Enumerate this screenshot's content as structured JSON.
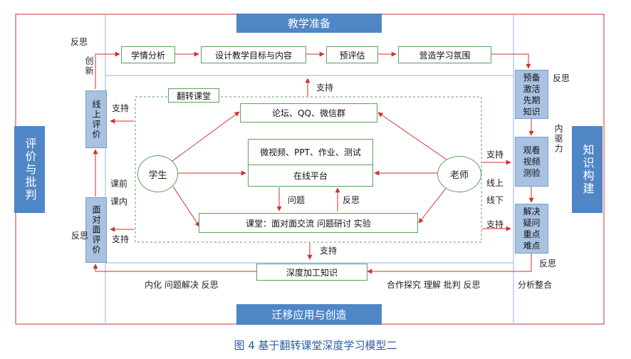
{
  "top_label": "教学准备",
  "bottom_label": "迁移应用与创造",
  "left_label": "评价与批判",
  "right_label": "知识构建",
  "flow_top": [
    "学情分析",
    "设计教学目标与内容",
    "预评估",
    "营造学习氛围"
  ],
  "right_steps": [
    "预备激活先期知识",
    "观看视频测验",
    "解决疑问重点难点"
  ],
  "left_steps": [
    "线上评价",
    "面对面评价"
  ],
  "bottom_box": "深度加工知识",
  "flipped_label": "翻转课堂",
  "forum": "论坛、QQ、微信群",
  "online_platform_top": "微视频、PPT、作业、测试",
  "online_platform": "在线平台",
  "classroom": "课堂：面对面交流 问题研讨 实验",
  "student": "学生",
  "teacher": "老师",
  "labels": {
    "fansi_top_left": "反思",
    "chuangxin": "创新",
    "fansi_right_top": "反思",
    "support_top": "支持",
    "support_left_top": "支持",
    "support_right_top": "支持",
    "support_left_bottom": "支持",
    "support_right_bottom": "支持",
    "support_bottom": "支持",
    "nei_qu_li": "内驱力",
    "ke_qian": "课前",
    "ke_nei": "课内",
    "xian_shang": "线上",
    "xian_xia": "线下",
    "fansi_left_bottom": "反思",
    "fansi_right_bottom": "反思",
    "wenti": "问题",
    "fansi_mid": "反思",
    "bottom_left_text": "内化 问题解决 反思",
    "bottom_right_text": "合作探究 理解 批判 反思",
    "fenxi": "分析整合"
  },
  "caption": "图 4  基于翻转课堂深度学习模型二",
  "colors": {
    "accent": "#4f86c6",
    "box_light": "#a9c2e2",
    "arrow": "#d03030",
    "frame": "#d03030",
    "guide": "#8fb4e3",
    "green": "#59a15a",
    "caption": "#2a5ca8"
  }
}
